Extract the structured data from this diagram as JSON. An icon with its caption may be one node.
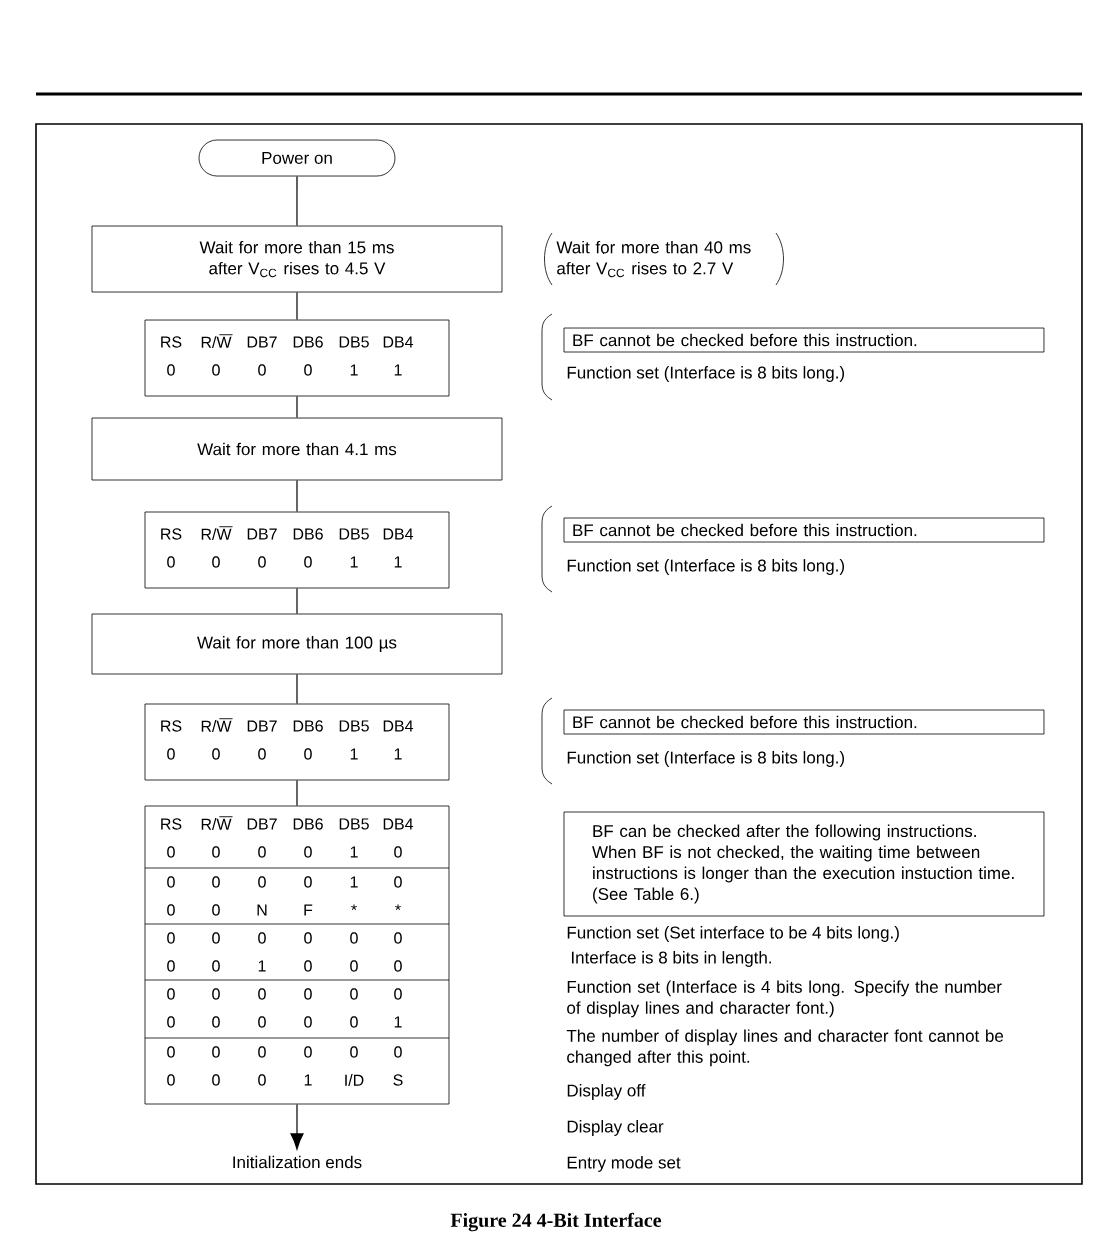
{
  "diagram": {
    "caption": "Figure 24   4-Bit Interface",
    "nodes": [
      {
        "text": [
          "Power on"
        ]
      },
      {
        "text": [
          "Wait for more than 15 ms after V$_{CC}$ rises to 4.5 V"
        ],
        "beside": [
          "Wait for more than 40 ms after V$_{CC}$ rises to 2.7 V"
        ]
      },
      {
        "text": [
          "RS",
          "R/W",
          "DB7",
          "DB6",
          "DB5",
          "DB4",
          "0",
          "0",
          "0",
          "0",
          "1",
          "1"
        ]
      },
      {
        "text": [
          "BF cannot be checked before this instruction."
        ]
      },
      {
        "text": [
          "Wait for more than 4.1 ms"
        ]
      },
      {
        "text": [
          "RS",
          "R/W",
          "DB7",
          "DB6",
          "DB5",
          "DB4",
          "0",
          "0",
          "0",
          "0",
          "1",
          "1"
        ]
      },
      {
        "text": [
          "BF cannot be checked before this instruction."
        ]
      },
      {
        "text": [
          "Wait for more than 100 µs"
        ]
      },
      {
        "text": [
          "RS",
          "R/W",
          "DB7",
          "DB6",
          "DB5",
          "DB4",
          "0",
          "0",
          "0",
          "0",
          "1",
          "1"
        ]
      },
      {
        "text": [
          "BF cannot be checked before this instruction."
        ]
      },
      {
        "text": [
          "RS",
          "R/W",
          "DB7",
          "DB6",
          "DB5",
          "DB4",
          "0",
          "0",
          "0",
          "0",
          "1",
          "0",
          "0",
          "0",
          "0",
          "0",
          "1",
          "0",
          "0",
          "0",
          "N",
          "F",
          "*",
          "*",
          "0",
          "0",
          "0",
          "0",
          "0",
          "0",
          "0",
          "0",
          "1",
          "0",
          "0",
          "0",
          "0",
          "0",
          "0",
          "0",
          "0",
          "0",
          "0",
          "0",
          "0",
          "0",
          "0",
          "1",
          "0",
          "0",
          "0",
          "0",
          "0",
          "0",
          "0",
          "0",
          "0",
          "1",
          "I/D",
          "S"
        ]
      },
      {
        "text": [
          "BF can be checked after the following instructions. When BF is not checked, the waiting time between instructions is longer than the execution instuction time.  (See Table 6.)"
        ]
      },
      {
        "text": [
          "Initialization ends"
        ]
      }
    ],
    "edges": [
      {
        "from": 0,
        "to": 1,
        "arrow": "none"
      },
      {
        "from": 1,
        "to": 2,
        "arrow": "none"
      },
      {
        "from": 2,
        "to": 4,
        "arrow": "none"
      },
      {
        "from": 4,
        "to": 5,
        "arrow": "none"
      },
      {
        "from": 5,
        "to": 7,
        "arrow": "none"
      },
      {
        "from": 7,
        "to": 8,
        "arrow": "none"
      },
      {
        "from": 8,
        "to": 10,
        "arrow": "none"
      },
      {
        "from": 10,
        "to": 12,
        "arrow": "to"
      }
    ],
    "labels": [
      "Function set  (Interface is 8 bits long.)",
      "Function set  (Interface is 8 bits long.)",
      "Function set  (Interface is 8 bits long.)",
      "Function set  (Set interface to be 4 bits long.)",
      "Interface is 8 bits in length.",
      "Function set  (Interface is 4 bits long.  Specify the number of display lines and character font.)",
      "The number of display lines and character font cannot be changed after this point.",
      "Display off",
      "Display clear",
      "Entry mode set"
    ]
  }
}
